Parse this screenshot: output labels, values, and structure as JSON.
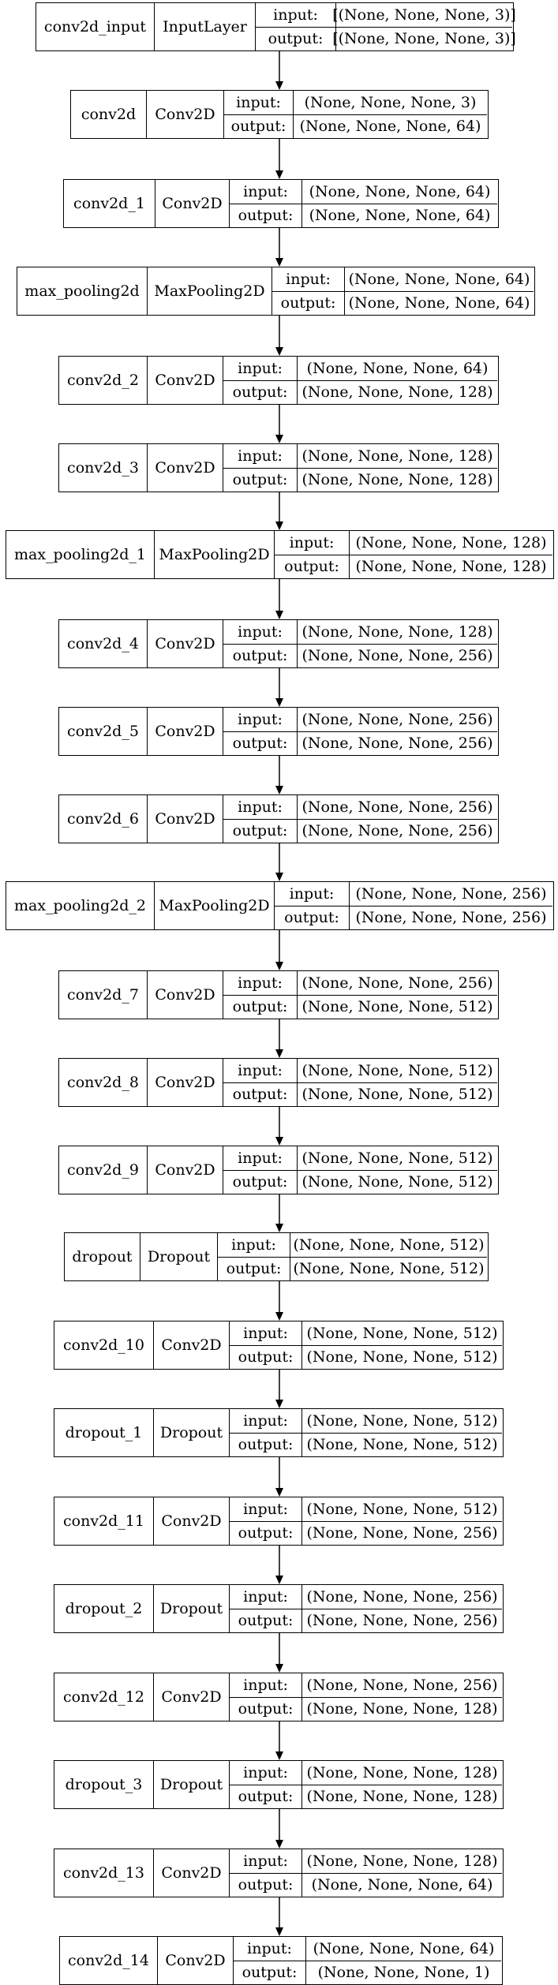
{
  "io_labels": {
    "input": "input:",
    "output": "output:"
  },
  "layers": [
    {
      "name": "conv2d_input",
      "type": "InputLayer",
      "input": "[(None, None, None, 3)]",
      "output": "[(None, None, None, 3)]"
    },
    {
      "name": "conv2d",
      "type": "Conv2D",
      "input": "(None, None, None, 3)",
      "output": "(None, None, None, 64)"
    },
    {
      "name": "conv2d_1",
      "type": "Conv2D",
      "input": "(None, None, None, 64)",
      "output": "(None, None, None, 64)"
    },
    {
      "name": "max_pooling2d",
      "type": "MaxPooling2D",
      "input": "(None, None, None, 64)",
      "output": "(None, None, None, 64)"
    },
    {
      "name": "conv2d_2",
      "type": "Conv2D",
      "input": "(None, None, None, 64)",
      "output": "(None, None, None, 128)"
    },
    {
      "name": "conv2d_3",
      "type": "Conv2D",
      "input": "(None, None, None, 128)",
      "output": "(None, None, None, 128)"
    },
    {
      "name": "max_pooling2d_1",
      "type": "MaxPooling2D",
      "input": "(None, None, None, 128)",
      "output": "(None, None, None, 128)"
    },
    {
      "name": "conv2d_4",
      "type": "Conv2D",
      "input": "(None, None, None, 128)",
      "output": "(None, None, None, 256)"
    },
    {
      "name": "conv2d_5",
      "type": "Conv2D",
      "input": "(None, None, None, 256)",
      "output": "(None, None, None, 256)"
    },
    {
      "name": "conv2d_6",
      "type": "Conv2D",
      "input": "(None, None, None, 256)",
      "output": "(None, None, None, 256)"
    },
    {
      "name": "max_pooling2d_2",
      "type": "MaxPooling2D",
      "input": "(None, None, None, 256)",
      "output": "(None, None, None, 256)"
    },
    {
      "name": "conv2d_7",
      "type": "Conv2D",
      "input": "(None, None, None, 256)",
      "output": "(None, None, None, 512)"
    },
    {
      "name": "conv2d_8",
      "type": "Conv2D",
      "input": "(None, None, None, 512)",
      "output": "(None, None, None, 512)"
    },
    {
      "name": "conv2d_9",
      "type": "Conv2D",
      "input": "(None, None, None, 512)",
      "output": "(None, None, None, 512)"
    },
    {
      "name": "dropout",
      "type": "Dropout",
      "input": "(None, None, None, 512)",
      "output": "(None, None, None, 512)"
    },
    {
      "name": "conv2d_10",
      "type": "Conv2D",
      "input": "(None, None, None, 512)",
      "output": "(None, None, None, 512)"
    },
    {
      "name": "dropout_1",
      "type": "Dropout",
      "input": "(None, None, None, 512)",
      "output": "(None, None, None, 512)"
    },
    {
      "name": "conv2d_11",
      "type": "Conv2D",
      "input": "(None, None, None, 512)",
      "output": "(None, None, None, 256)"
    },
    {
      "name": "dropout_2",
      "type": "Dropout",
      "input": "(None, None, None, 256)",
      "output": "(None, None, None, 256)"
    },
    {
      "name": "conv2d_12",
      "type": "Conv2D",
      "input": "(None, None, None, 256)",
      "output": "(None, None, None, 128)"
    },
    {
      "name": "dropout_3",
      "type": "Dropout",
      "input": "(None, None, None, 128)",
      "output": "(None, None, None, 128)"
    },
    {
      "name": "conv2d_13",
      "type": "Conv2D",
      "input": "(None, None, None, 128)",
      "output": "(None, None, None, 64)"
    },
    {
      "name": "conv2d_14",
      "type": "Conv2D",
      "input": "(None, None, None, 64)",
      "output": "(None, None, None, 1)"
    }
  ]
}
